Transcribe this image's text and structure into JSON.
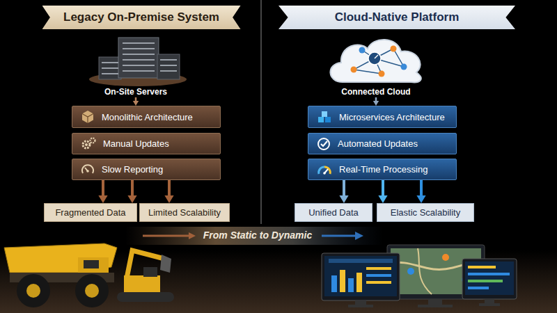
{
  "diagram": {
    "nodes": [
      {
        "text": [
          "Legacy On-Premise System"
        ]
      },
      {
        "text": [
          "Cloud-Native Platform"
        ]
      },
      {
        "text": [
          "On-Site Servers"
        ]
      },
      {
        "text": [
          "Monolithic Architecture"
        ]
      },
      {
        "text": [
          "Manual Updates"
        ]
      },
      {
        "text": [
          "Slow Reporting"
        ]
      },
      {
        "text": [
          "Fragmented Data"
        ]
      },
      {
        "text": [
          "Limited Scalability"
        ]
      },
      {
        "text": [
          "Connected Cloud"
        ]
      },
      {
        "text": [
          "Microservices Architecture"
        ]
      },
      {
        "text": [
          "Automated Updates"
        ]
      },
      {
        "text": [
          "Real-Time Processing"
        ]
      },
      {
        "text": [
          "Unified Data"
        ]
      },
      {
        "text": [
          "Elastic Scalability"
        ]
      }
    ],
    "edges": [
      {
        "from": 2,
        "to": 3,
        "arrow": "to"
      },
      {
        "from": 5,
        "to": 6,
        "arrow": "to"
      },
      {
        "from": 5,
        "to": 6,
        "arrow": "to"
      },
      {
        "from": 5,
        "to": 7,
        "arrow": "to"
      },
      {
        "from": 8,
        "to": 9,
        "arrow": "to"
      },
      {
        "from": 11,
        "to": 12,
        "arrow": "to"
      },
      {
        "from": 11,
        "to": 13,
        "arrow": "to"
      },
      {
        "from": 11,
        "to": 13,
        "arrow": "to"
      }
    ],
    "labels": [
      "From Static to Dynamic"
    ]
  }
}
